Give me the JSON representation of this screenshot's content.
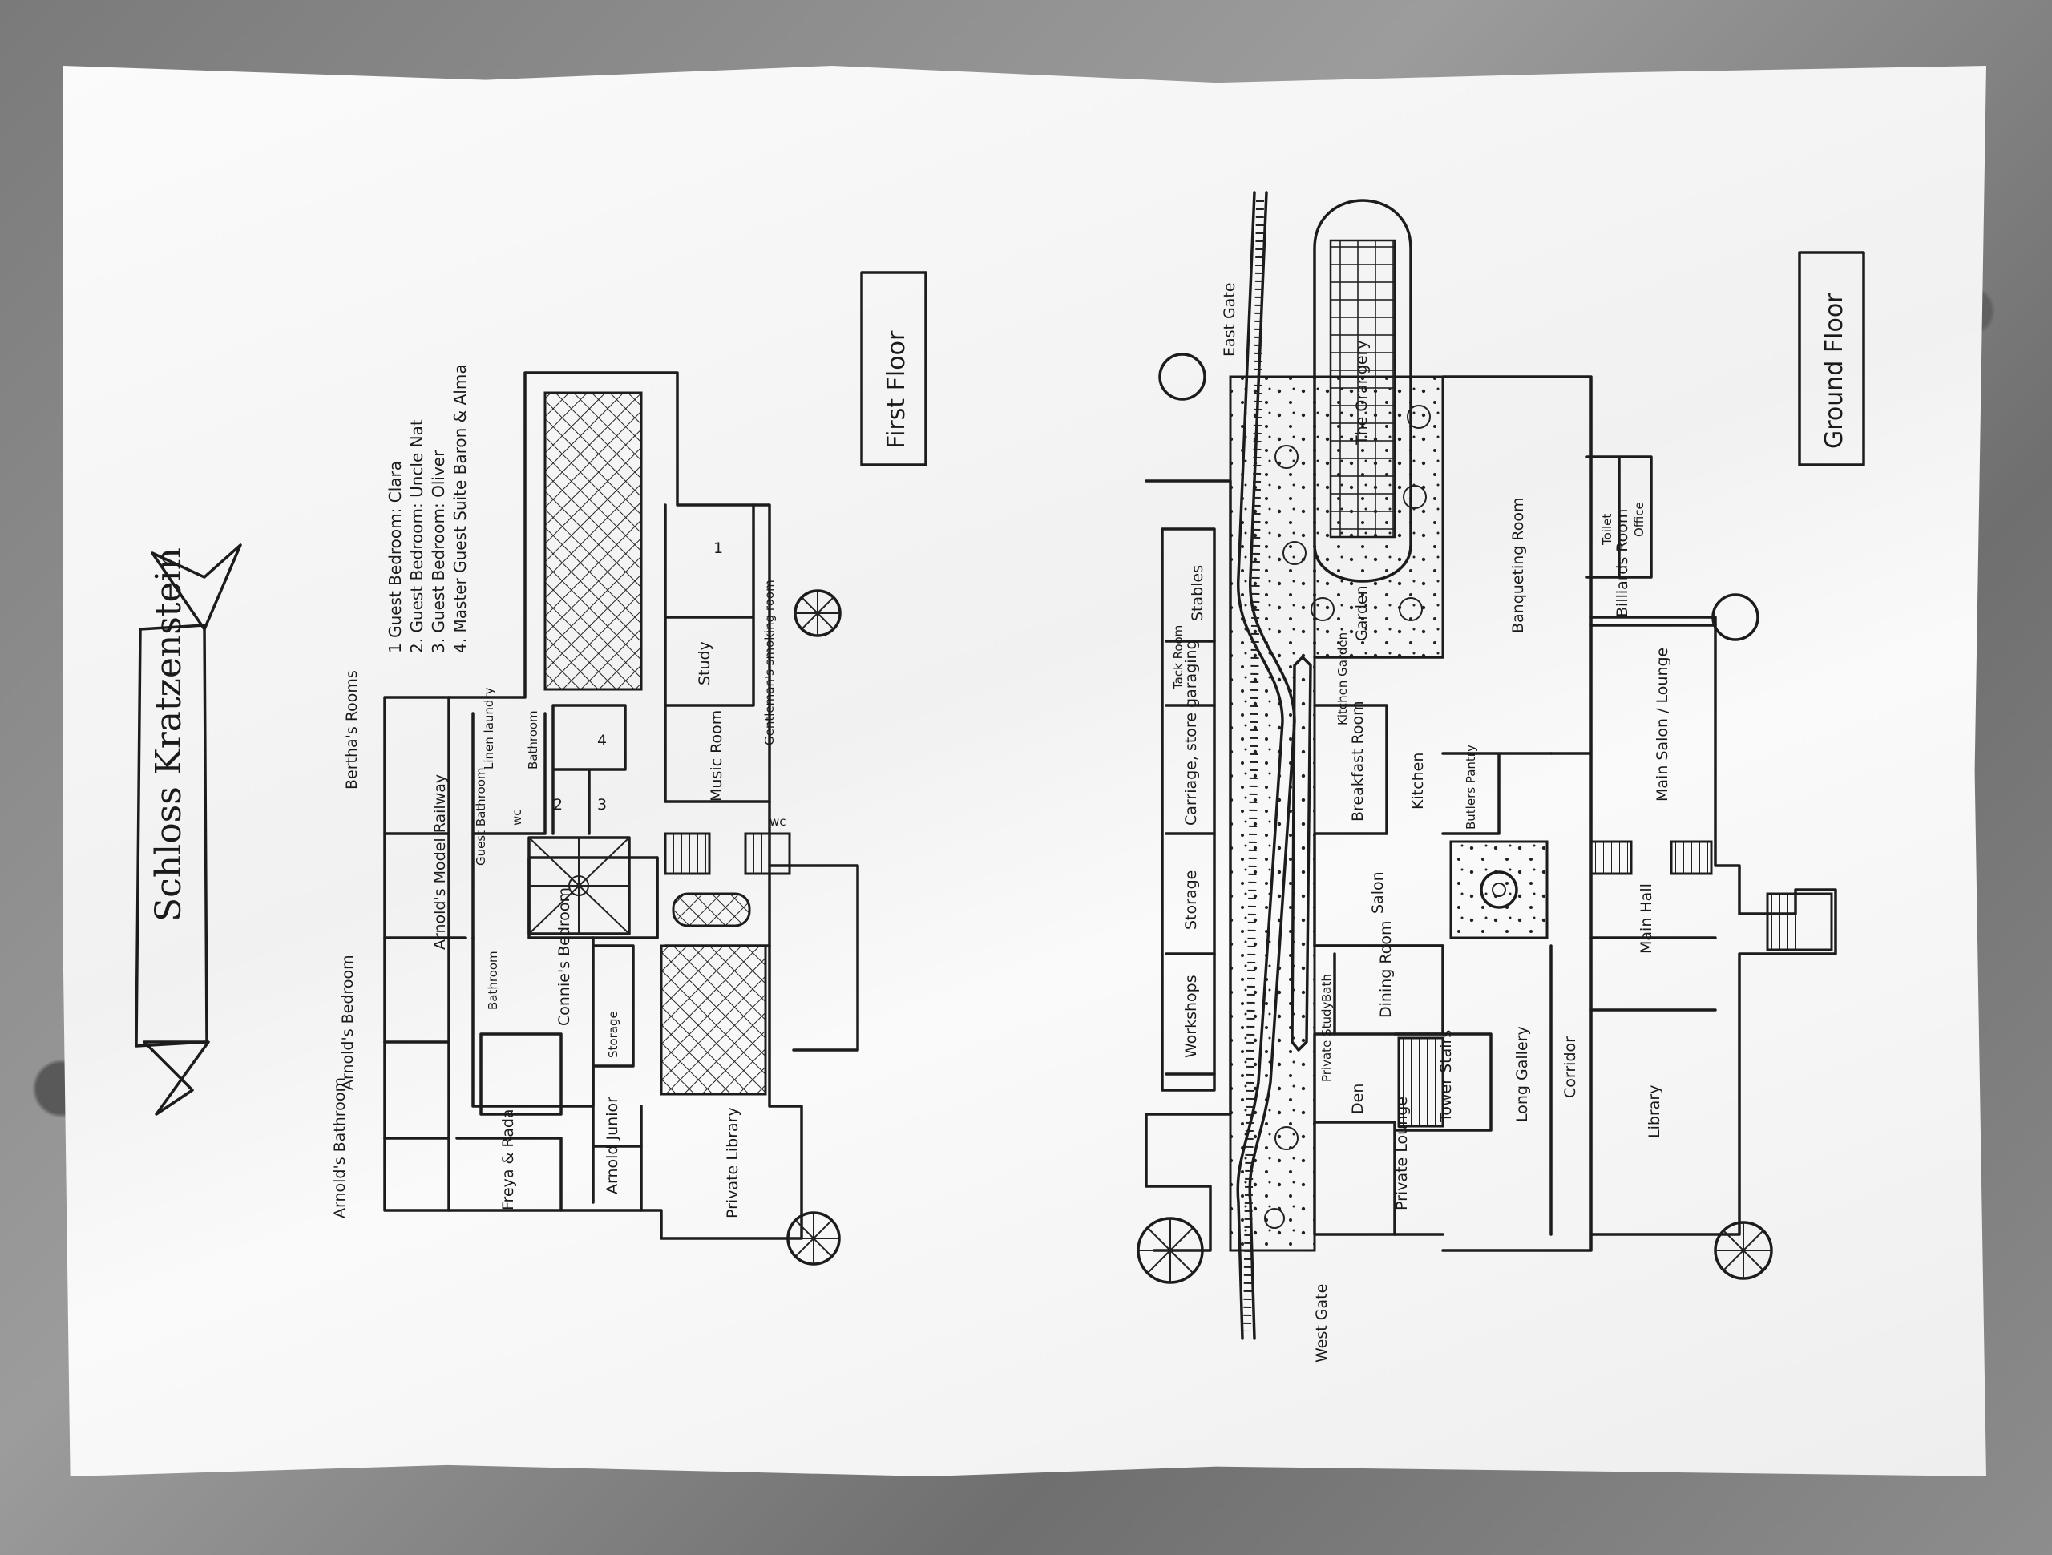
{
  "map": {
    "title": "Schloss Kratzenstein",
    "floors": {
      "first": "First Floor",
      "ground": "Ground Floor"
    },
    "legend": [
      "1 Guest Bedroom: Clara",
      "2. Guest Bedroom: Uncle Nat",
      "3. Guest Bedroom: Oliver",
      "4. Master Guest Suite Baron & Alma"
    ],
    "first_floor_rooms": {
      "berthas": "Bertha's Rooms",
      "arnolds_bedroom": "Arnold's Bedroom",
      "arnolds_bathroom": "Arnold's Bathroom",
      "arnolds_railway": "Arnold's Model Railway",
      "linen": "Linen laundry",
      "bathroom": "Bathroom",
      "guest_bathroom": "Guest Bathroom",
      "wc": "wc",
      "num1": "1",
      "num2": "2",
      "num3": "3",
      "num4": "4",
      "study": "Study",
      "gentleman": "Gentleman's smoking room",
      "music": "Music Room",
      "wc2": "wc",
      "bathroom2": "Bathroom",
      "connies": "Connie's Bedroom",
      "storage": "Storage",
      "freya": "Freya & Rada",
      "arnold_junior": "Arnold Junior",
      "private_library": "Private Library"
    },
    "ground_floor_rooms": {
      "east_gate": "East Gate",
      "west_gate": "West Gate",
      "orangery": "The Orangery",
      "stables": "Stables",
      "tack": "Tack Room",
      "garden": "Garden",
      "kitchen_garden": "Kitchen Garden",
      "carriage": "Carriage, store garaging",
      "storage": "Storage",
      "workshops": "Workshops",
      "breakfast": "Breakfast Room",
      "kitchen": "Kitchen",
      "butlers": "Butlers Pantry",
      "salon": "Salon",
      "dining": "Dining Room",
      "bath": "Bath",
      "private_study": "Private Study",
      "den": "Den",
      "tower_stairs": "Tower Stairs",
      "private_lounge": "Private Lounge",
      "long_gallery": "Long Gallery",
      "corridor": "Corridor",
      "banqueting": "Banqueting Room",
      "toilet": "Toilet",
      "office": "Office",
      "billiards": "Billiards Room",
      "main_salon": "Main Salon / Lounge",
      "main_hall": "Main Hall",
      "library": "Library"
    }
  }
}
